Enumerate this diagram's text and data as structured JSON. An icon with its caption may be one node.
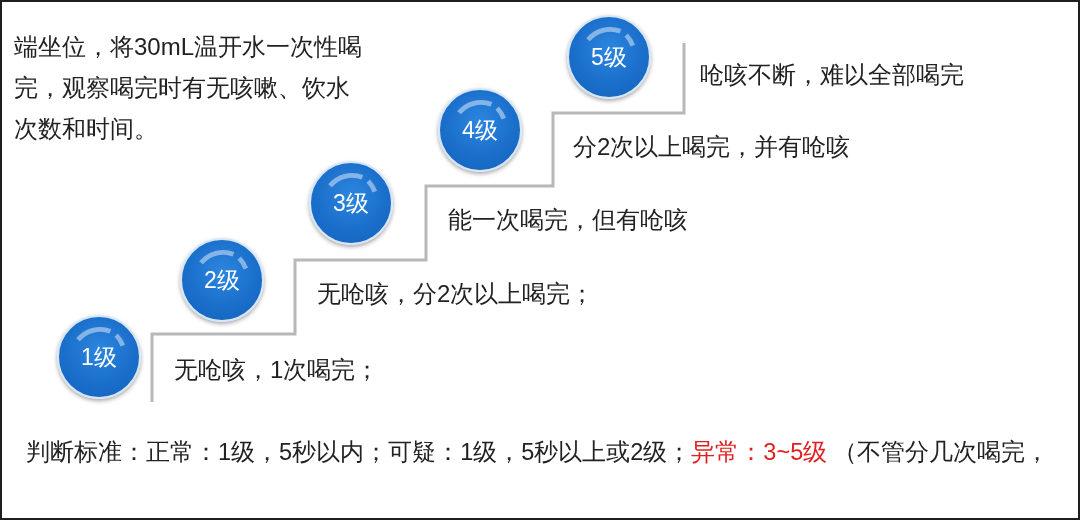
{
  "diagram": {
    "nodes": [
      {
        "text": [
          "1级"
        ],
        "beside": [
          "无呛咳，1次喝完；"
        ]
      },
      {
        "text": [
          "2级"
        ],
        "beside": [
          "无呛咳，分2次以上喝完；"
        ]
      },
      {
        "text": [
          "3级"
        ],
        "beside": [
          "能一次喝完，但有呛咳"
        ]
      },
      {
        "text": [
          "4级"
        ],
        "beside": [
          "分2次以上喝完，并有呛咳"
        ]
      },
      {
        "text": [
          "5级"
        ],
        "beside": [
          "呛咳不断，难以全部喝完"
        ]
      }
    ],
    "labels": [
      "端坐位，将30mL温开水一次性喝完，观察喝完时有无咳嗽、饮水次数和时间。",
      "判断标准：正常：1级，5秒以内；可疑：1级，5秒以上或2级；",
      "异常：3~5级",
      "（不管分几次喝完，"
    ]
  }
}
